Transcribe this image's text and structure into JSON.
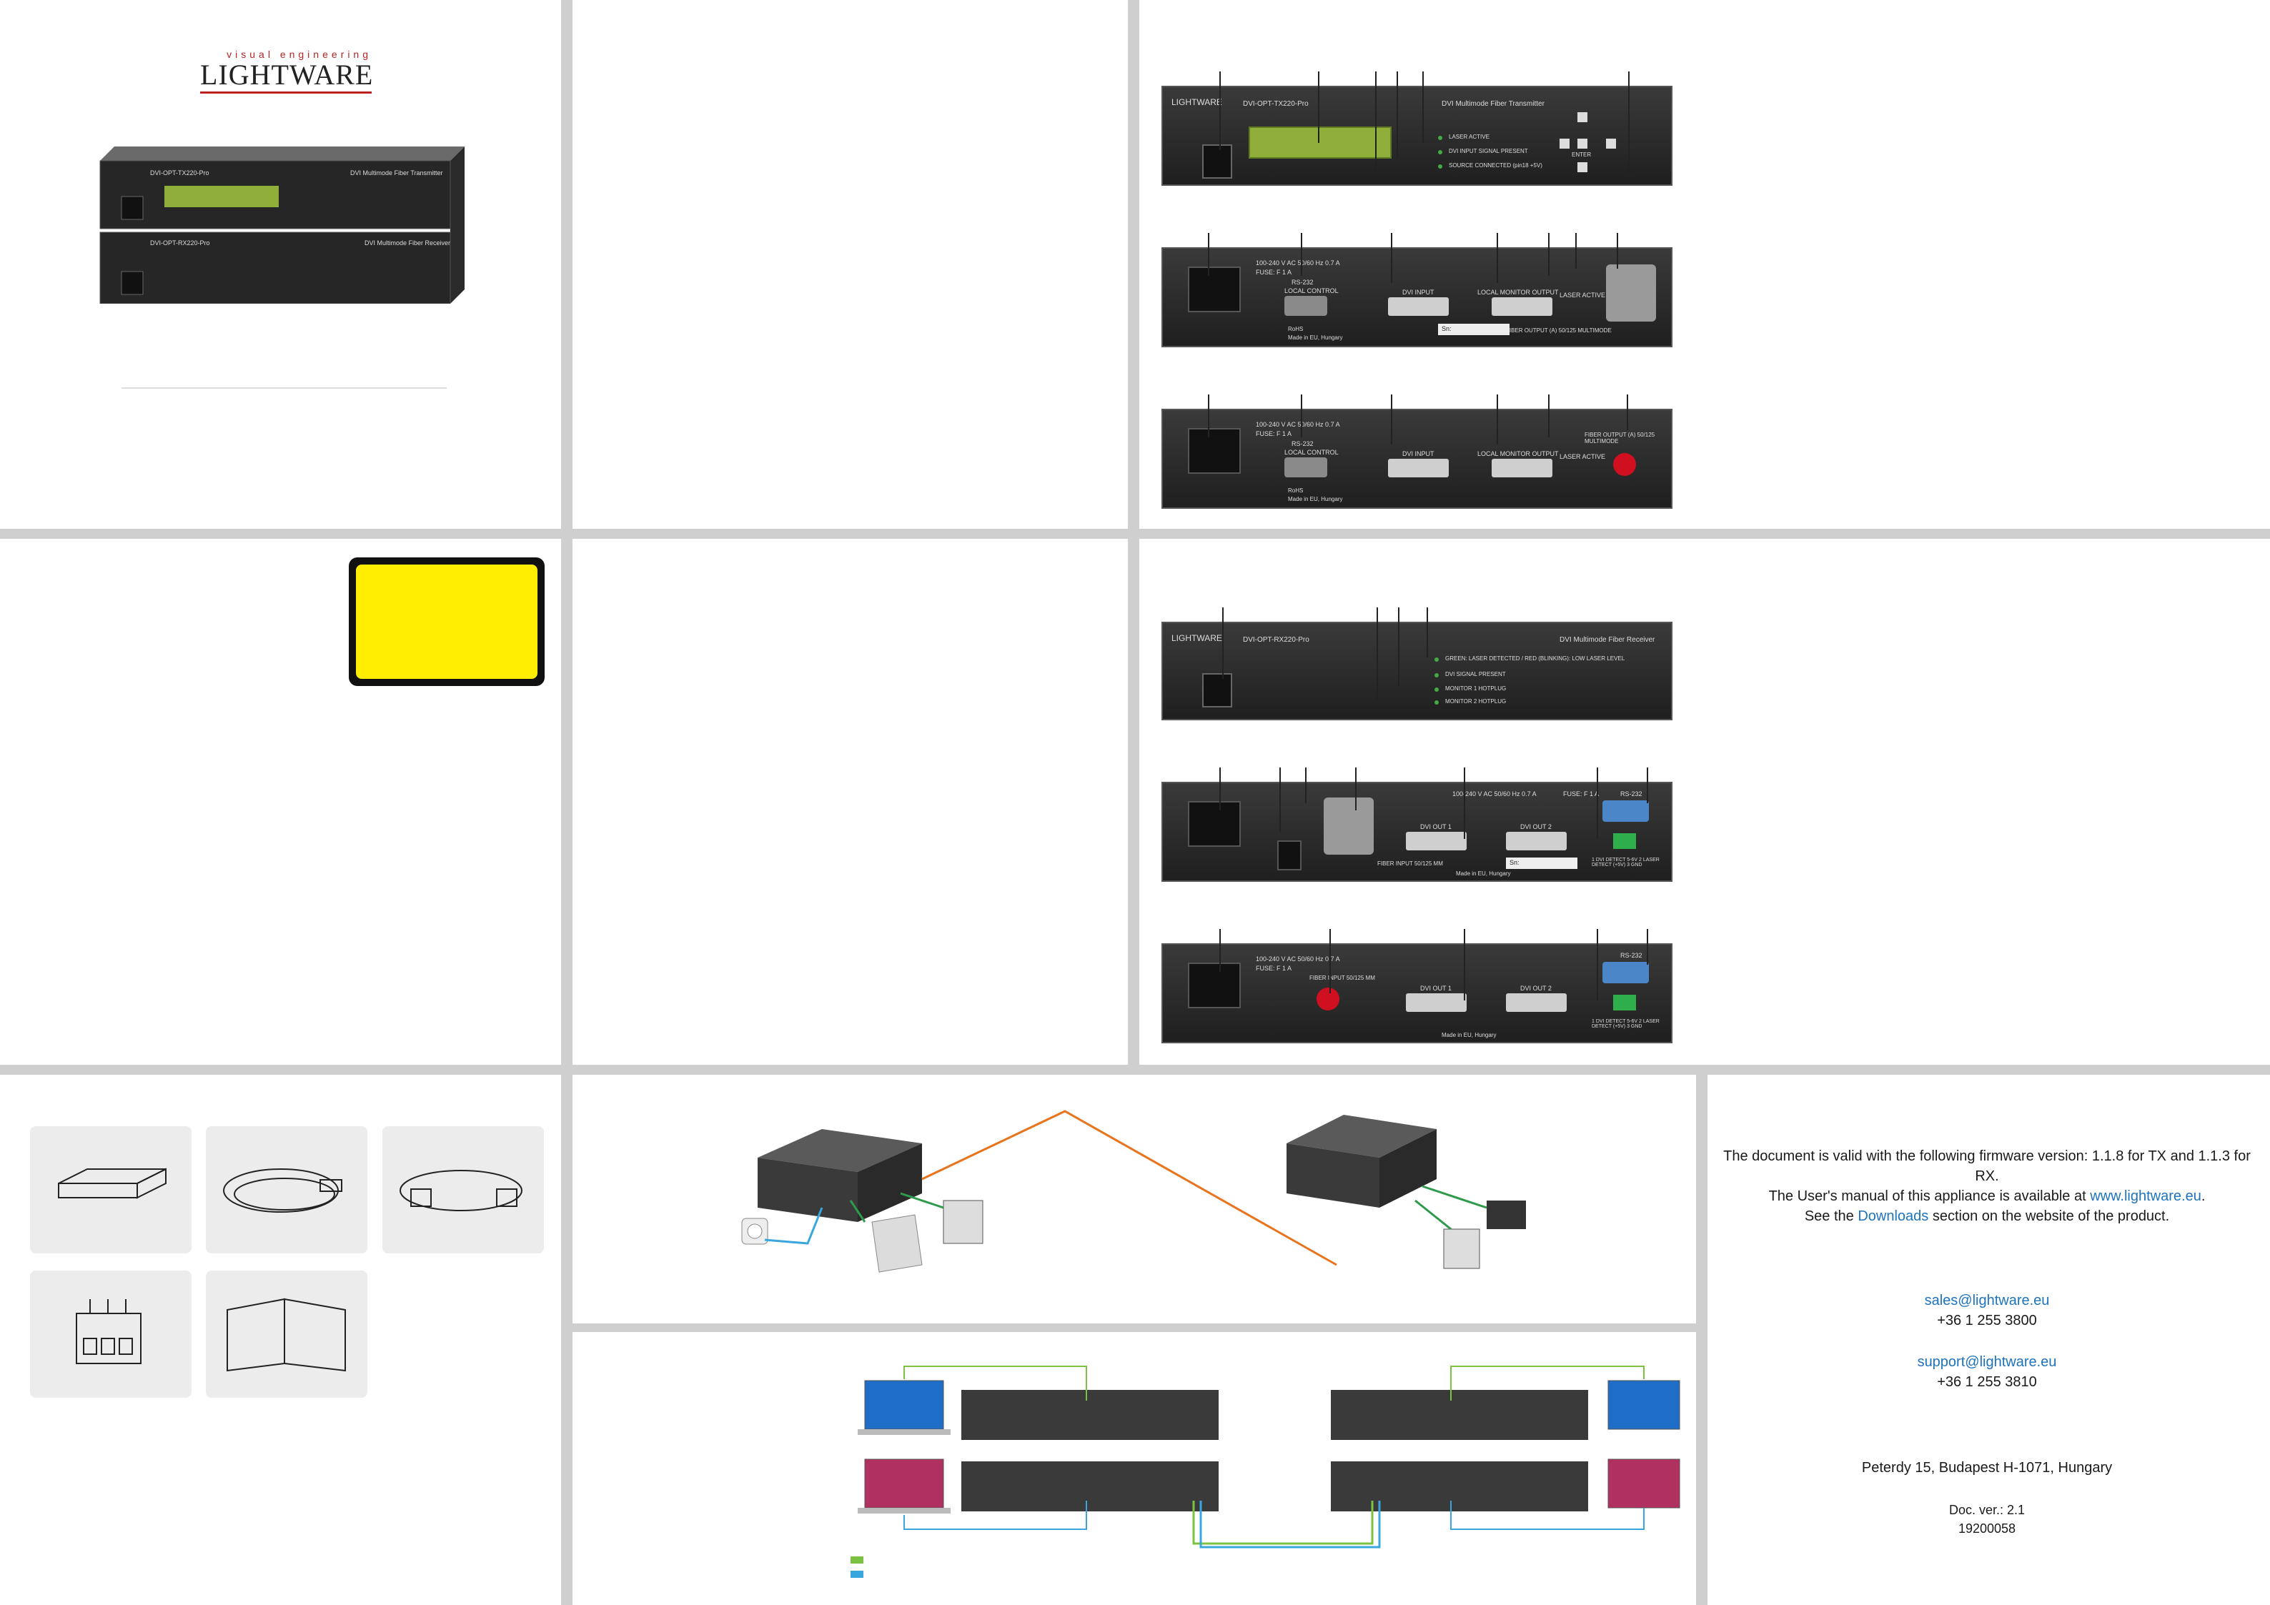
{
  "brand": {
    "tagline": "visual engineering",
    "name": "LIGHTWARE"
  },
  "tx": {
    "model": "DVI-OPT-TX220-Pro",
    "title": "DVI Multimode Fiber Transmitter",
    "leds": [
      "LASER ACTIVE",
      "DVI INPUT SIGNAL PRESENT",
      "SOURCE CONNECTED (pin18 +5V)"
    ],
    "enter_label": "ENTER"
  },
  "rx": {
    "model": "DVI-OPT-RX220-Pro",
    "title": "DVI Multimode Fiber Receiver",
    "leds": [
      "GREEN: LASER DETECTED / RED (BLINKING): LOW LASER LEVEL",
      "DVI SIGNAL PRESENT",
      "MONITOR 1 HOTPLUG",
      "MONITOR 2 HOTPLUG"
    ]
  },
  "tx_rear": {
    "power": "100-240 V AC 50/60 Hz 0.7 A",
    "fuse": "FUSE: F 1 A",
    "rs232": "RS-232",
    "local_control": "LOCAL CONTROL",
    "dvi_input": "DVI INPUT",
    "local_monitor": "LOCAL MONITOR OUTPUT",
    "laser_active": "LASER ACTIVE",
    "fiber_output": "FIBER OUTPUT (A) 50/125 MULTIMODE",
    "rohs": "RoHS",
    "made_in": "Made in EU, Hungary",
    "sn": "Sn:"
  },
  "rx_rear": {
    "power": "100-240 V AC 50/60 Hz 0.7 A",
    "fuse": "FUSE: F 1 A",
    "rs232": "RS-232",
    "dvi_out1": "DVI OUT 1",
    "dvi_out2": "DVI OUT 2",
    "fiber_input": "FIBER INPUT 50/125 MM",
    "gpio": "1 DVI DETECT 5-6V  2 LASER DETECT (+5V)  3 GND",
    "made_in": "Made in EU, Hungary",
    "sn": "Sn:"
  },
  "info": {
    "firmware_line": "The document is valid with the following firmware version: 1.1.8 for TX and 1.1.3 for RX.",
    "manual_prefix": "The User's manual of this appliance is available at ",
    "manual_link": "www.lightware.eu",
    "manual_suffix": ".",
    "see_prefix": "See the ",
    "see_link": "Downloads",
    "see_suffix": " section on the website of the product.",
    "sales_email": "sales@lightware.eu",
    "sales_phone": "+36 1 255 3800",
    "support_email": "support@lightware.eu",
    "support_phone": "+36 1 255 3810",
    "address": "Peterdy 15, Budapest H-1071, Hungary",
    "doc_ver": "Doc. ver.: 2.1",
    "doc_num": "19200058"
  },
  "colors": {
    "warning_yellow": "#ffee00",
    "fiber_orange": "#e8741e",
    "green_line": "#7cc242",
    "blue_line": "#39a7dd",
    "link_blue": "#1e73be"
  }
}
